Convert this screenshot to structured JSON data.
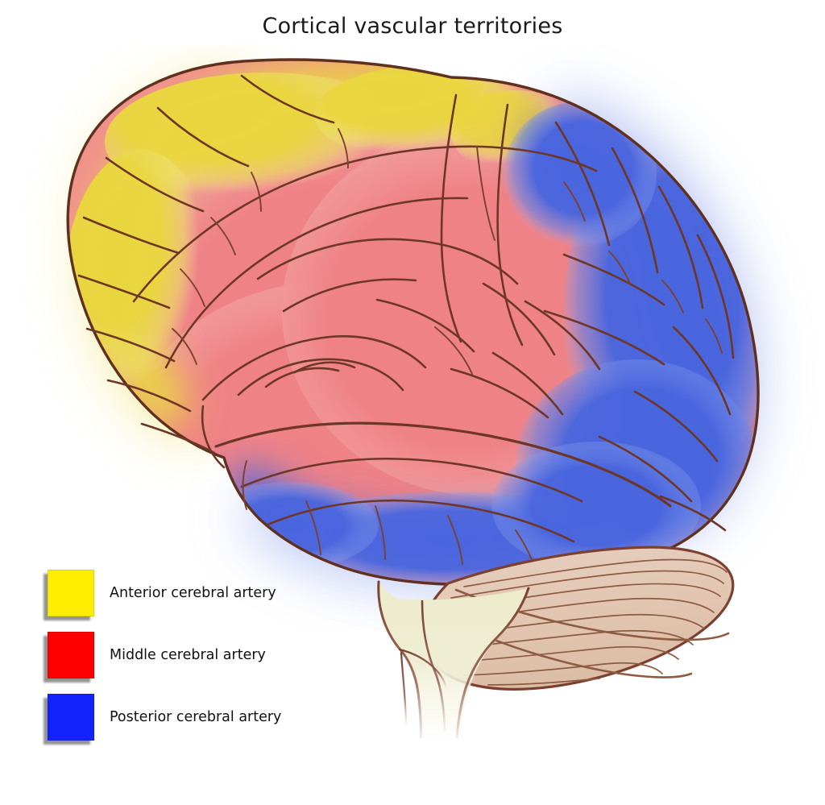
{
  "figure": {
    "title": "Cortical vascular territories",
    "background_color": "#ffffff",
    "subject": "lateral view of left cerebral hemisphere with cerebellum and brainstem"
  },
  "legend": {
    "position": "bottom-left",
    "items": [
      {
        "label": "Anterior cerebral artery",
        "color": "#ffee00",
        "swatch_name": "yellow"
      },
      {
        "label": "Middle cerebral artery",
        "color": "#fe0000",
        "swatch_name": "red"
      },
      {
        "label": "Posterior cerebral artery",
        "color": "#1122fb",
        "swatch_name": "blue"
      }
    ]
  },
  "territories": [
    {
      "name": "anterior-cerebral-artery",
      "label": "Anterior cerebral artery",
      "legend_color": "#ffee00",
      "rendered_color": "#e9d63f",
      "region": "superior and anterior frontal convexity, superior medial rim"
    },
    {
      "name": "middle-cerebral-artery",
      "label": "Middle cerebral artery",
      "legend_color": "#fe0000",
      "rendered_color": "#ef8287",
      "region": "lateral convexity, frontal, parietal and superior temporal lobe"
    },
    {
      "name": "posterior-cerebral-artery",
      "label": "Posterior cerebral artery",
      "legend_color": "#1122fb",
      "rendered_color": "#4a66de",
      "region": "occipital lobe and inferior temporal lobe"
    }
  ],
  "anatomy": {
    "cerebrum_outline_color": "#60301f",
    "sulci_color": "#6d3626",
    "cerebellum": {
      "name": "cerebellum",
      "fill": "#e3c8b4",
      "folia_color": "#8d5a42"
    },
    "brainstem": {
      "name": "brainstem",
      "fill": "#edebcd"
    }
  }
}
